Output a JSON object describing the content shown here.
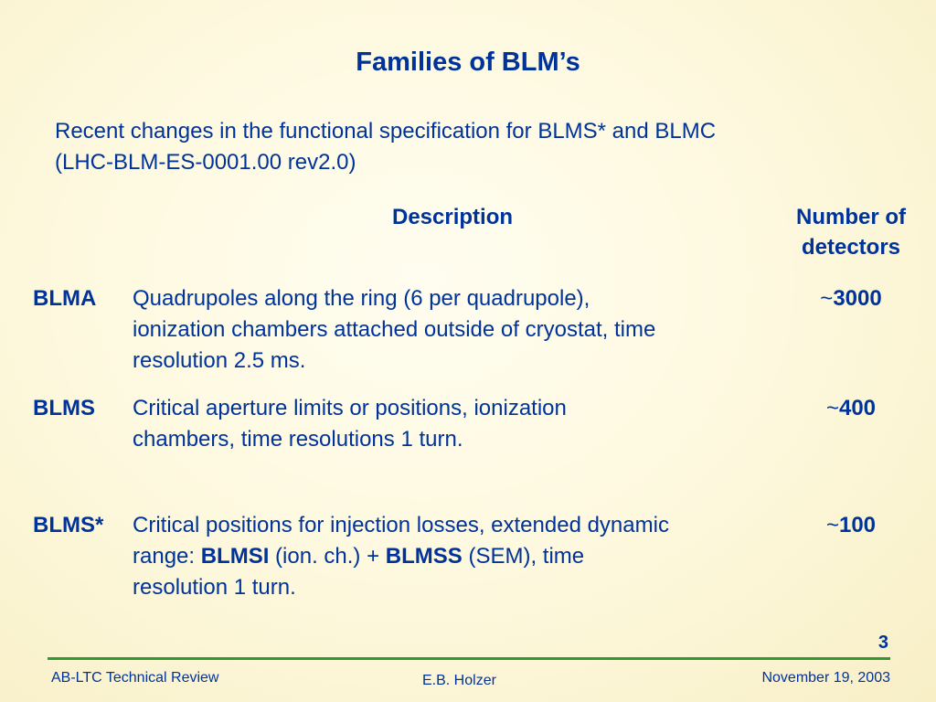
{
  "slide": {
    "title": "Families of BLM’s",
    "intro_line1": "Recent changes in the functional specification for BLMS* and BLMC",
    "intro_line2": "(LHC-BLM-ES-0001.00 rev2.0)"
  },
  "table": {
    "headers": {
      "description": "Description",
      "count_line1": "Number of",
      "count_line2": "detectors"
    },
    "rows": [
      {
        "name": "BLMA",
        "desc_line1": "Quadrupoles along the ring (6 per quadrupole),",
        "desc_line2": "ionization chambers attached outside of cryostat, time",
        "desc_line3": "resolution 2.5 ms.",
        "tilde": "~",
        "count": "3000"
      },
      {
        "name": "BLMS",
        "desc_line1": "Critical aperture limits or positions, ionization",
        "desc_line2": "chambers, time resolutions 1 turn.",
        "tilde": "~",
        "count": "400"
      },
      {
        "name": "BLMS*",
        "desc_line1": "Critical positions for injection losses, extended dynamic",
        "desc_line2_pre": "range: ",
        "desc_line2_b1": "BLMSI",
        "desc_line2_mid": " (ion. ch.) + ",
        "desc_line2_b2": "BLMSS",
        "desc_line2_post": " (SEM), time",
        "desc_line3": "resolution 1 turn.",
        "tilde": "~",
        "count": "100"
      }
    ]
  },
  "footer": {
    "page_number": "3",
    "left": "AB-LTC Technical Review",
    "center": "E.B. Holzer",
    "right": "November 19, 2003"
  },
  "colors": {
    "text": "#003399",
    "rule": "#2f9a2f",
    "background": "#fdf8dc"
  }
}
